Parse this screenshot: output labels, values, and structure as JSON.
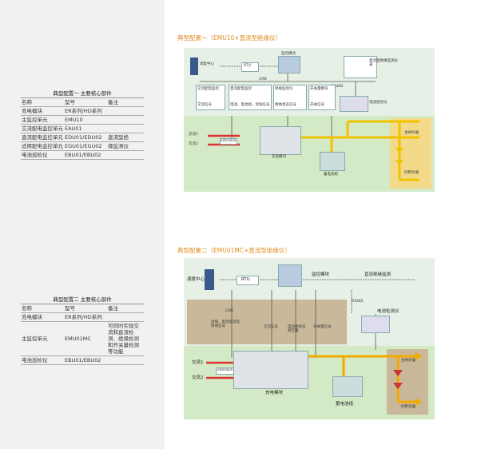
{
  "table1": {
    "caption": "典型配置一 主要核心部件",
    "headers": [
      "名称",
      "型号",
      "备注"
    ],
    "rows": [
      [
        "充电模块",
        "ER系列/HD系列",
        ""
      ],
      [
        "主监控单元",
        "EMU10",
        ""
      ],
      [
        "交流配电监控单元",
        "EAU01",
        ""
      ],
      [
        "直流配电监控单元",
        "EDU01/EDU02",
        "直流型绝"
      ],
      [
        "适用配电监控单元",
        "EGU01/EGU02",
        "缘监测仪"
      ],
      [
        "电池巡检仪",
        "EBU01/EBU02",
        ""
      ]
    ]
  },
  "table2": {
    "caption": "典型配置二 主要核心部件",
    "headers": [
      "名称",
      "型号",
      "备注"
    ],
    "rows": [
      [
        "充电模块",
        "ER系列/HD系列",
        ""
      ],
      [
        "主监控单元",
        "EMU01MC",
        "可同时实现交流和直流检测、绝缘检测和开关量检测等功能"
      ],
      [
        "电池巡检仪",
        "EBU01/EBU02",
        ""
      ]
    ]
  },
  "section1": {
    "title": "典型配置一（EMU10+直流型绝缘仪）"
  },
  "section2": {
    "title": "典型配置二（EMU01MC+直流型绝缘仪）"
  },
  "diagram1": {
    "dispatch": "调度中心",
    "rtu": "RTU",
    "can": "CAN",
    "monitor": "监控模块",
    "insulation_top": "直流型绝缘监测仪表",
    "rs485": "RS485",
    "battery_monitor": "电池巡检仪",
    "ac1": "交流1",
    "ac2": "交流2",
    "interlock": "interlock",
    "charger": "充电模块",
    "battery": "蓄电池组",
    "load1": "合闸负载",
    "load2": "控制负载",
    "modules": [
      "交流配电监控",
      "直流配电监控",
      "绝缘监控仪",
      "开关量模块"
    ],
    "signals": [
      "交流信号",
      "电池、电池组、母线信号",
      "绝缘状态信号",
      "开关信号"
    ]
  },
  "diagram2": {
    "dispatch": "调度中心",
    "rtu": "RTU",
    "monitor": "监控模块",
    "ac_insulation": "直流绝缘监测",
    "can": "CAN",
    "rs485": "RS485",
    "battery_monitor": "电池检测仪",
    "signals": [
      "母线、电池电流及接地信号",
      "交流信号",
      "电池组状态和告警",
      "开关量信号"
    ],
    "ac1": "交流1",
    "ac2": "交流2",
    "interlock": "interlock",
    "charger": "充电模块",
    "battery": "蓄电池组",
    "load1": "合闸负载",
    "load2": "控制负载"
  }
}
